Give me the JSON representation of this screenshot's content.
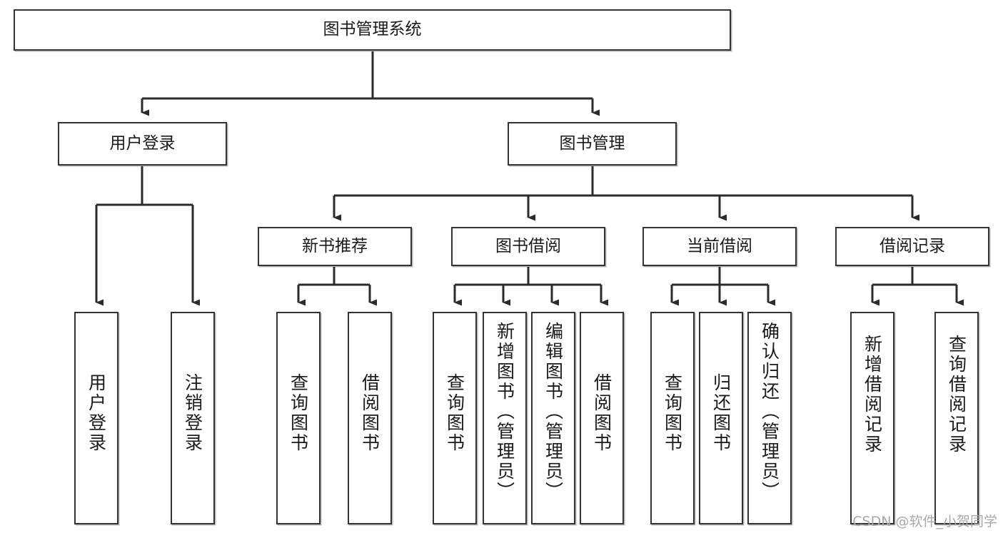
{
  "diagram": {
    "type": "tree-hierarchy-chart",
    "title": "图书管理系统",
    "colors": {
      "box_border": "#343434",
      "box_fill": "#ffffff",
      "edge": "#2b2b2b",
      "text": "#1a1a1a",
      "watermark": "#a8a8a8",
      "background": "#ffffff"
    },
    "root": {
      "label": "图书管理系统"
    },
    "level2": [
      {
        "label": "用户登录"
      },
      {
        "label": "图书管理"
      }
    ],
    "level3": [
      {
        "label": "新书推荐"
      },
      {
        "label": "图书借阅"
      },
      {
        "label": "当前借阅"
      },
      {
        "label": "借阅记录"
      }
    ],
    "leaves": {
      "user_login": [
        {
          "label": "用户登录"
        },
        {
          "label": "注销登录"
        }
      ],
      "new_book": [
        {
          "label": "查询图书"
        },
        {
          "label": "借阅图书"
        }
      ],
      "book_borrow": [
        {
          "label": "查询图书"
        },
        {
          "label": "新增图书（管理员）"
        },
        {
          "label": "编辑图书（管理员）"
        },
        {
          "label": "借阅图书"
        }
      ],
      "current_borrow": [
        {
          "label": "查询图书"
        },
        {
          "label": "归还图书"
        },
        {
          "label": "确认归还（管理员）"
        }
      ],
      "borrow_record": [
        {
          "label": "新增借阅记录"
        },
        {
          "label": "查询借阅记录"
        }
      ]
    }
  },
  "watermark": {
    "text": "CSDN @软件_小贺同学"
  }
}
